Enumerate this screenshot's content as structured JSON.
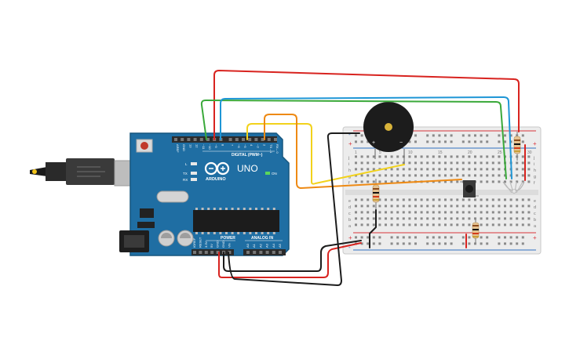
{
  "board": {
    "name": "UNO",
    "brand": "ARDUINO",
    "digital_label": "DIGITAL (PWM~)",
    "power_label": "POWER",
    "analog_label": "ANALOG IN",
    "on_label": "ON",
    "tx_label": "TX",
    "rx_label": "RX",
    "l_label": "L",
    "top_pins": [
      "AREF",
      "GND",
      "13",
      "12",
      "~11",
      "~10",
      "~9",
      "8",
      "7",
      "~6",
      "~5",
      "4",
      "~3",
      "2",
      "TX→1",
      "RX←0"
    ],
    "power_pins": [
      "IOREF",
      "RESET",
      "3.3V",
      "5V",
      "GND",
      "GND",
      "Vin"
    ],
    "analog_pins": [
      "A0",
      "A1",
      "A2",
      "A3",
      "A4",
      "A5"
    ],
    "colors": {
      "board": "#1f6ea3",
      "board_dark": "#17577f",
      "header": "#2b2b2b"
    }
  },
  "breadboard": {
    "rail_symbols": {
      "plus": "+",
      "minus": "-"
    },
    "row_letters_top": [
      "j",
      "i",
      "h",
      "g",
      "f"
    ],
    "row_letters_bottom": [
      "e",
      "d",
      "c",
      "b",
      "a"
    ],
    "column_numbers": [
      "1",
      "5",
      "10",
      "15",
      "20",
      "25",
      "30"
    ],
    "colors": {
      "body": "#ececec",
      "hole": "#8a8a8a",
      "rail_red": "#d9333a",
      "rail_blue": "#2f6fbf"
    }
  },
  "buzzer": {
    "plus": "+",
    "minus": "−"
  },
  "wire_colors": {
    "red": "#d8231f",
    "green": "#3aa93a",
    "blue": "#1e96d6",
    "yellow": "#f2d21b",
    "orange": "#ee8a14",
    "black": "#1c1c1c"
  }
}
